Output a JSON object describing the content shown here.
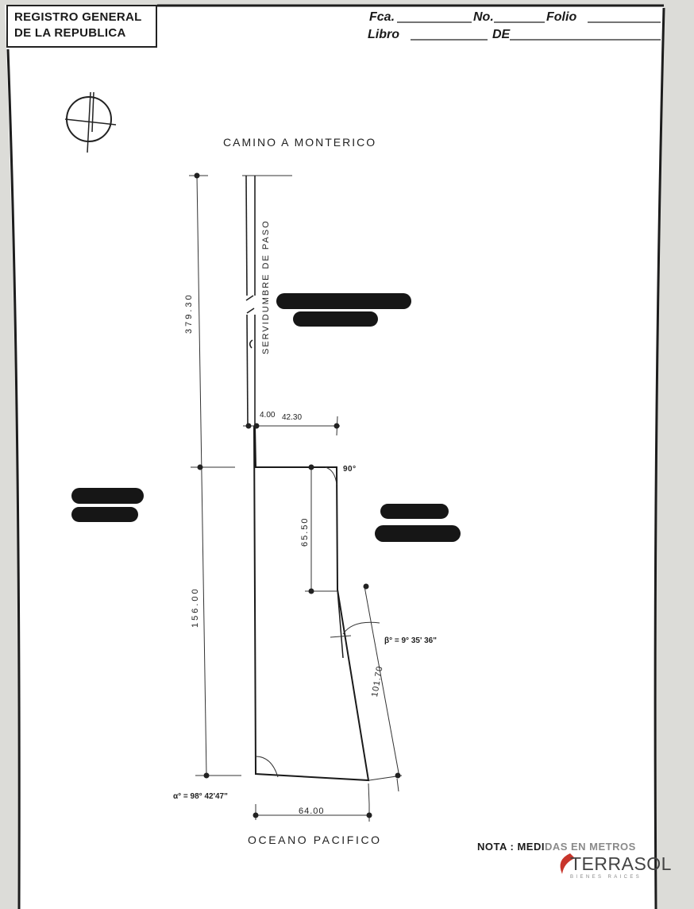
{
  "header": {
    "registry_line1": "REGISTRO GENERAL",
    "registry_line2": "DE LA REPUBLICA",
    "fca_label": "Fca.",
    "no_label": "No.",
    "folio_label": "Folio",
    "libro_label": "Libro",
    "de_label": "DE"
  },
  "plan": {
    "road_label": "CAMINO A MONTERICO",
    "easement_label": "SERVIDUMBRE DE PASO",
    "ocean_label": "OCEANO PACIFICO",
    "dim_total_left": "379.30",
    "dim_lower_left": "156.00",
    "dim_easement_width": "4.00",
    "dim_offset": "42.30",
    "dim_angle_right": "90°",
    "dim_vertical_right": "65.50",
    "dim_beta": "β° = 9° 35' 36\"",
    "dim_slanted": "101.70",
    "dim_alpha": "α° = 98° 42'47\"",
    "dim_bottom": "64.00"
  },
  "note": {
    "label": "NOTA :",
    "text_dark": "MEDI",
    "text_faded": "DAS EN METROS"
  },
  "logo": {
    "name": "TERRASOL",
    "tagline": "BIENES RAICES",
    "accent_color": "#c8352b"
  }
}
